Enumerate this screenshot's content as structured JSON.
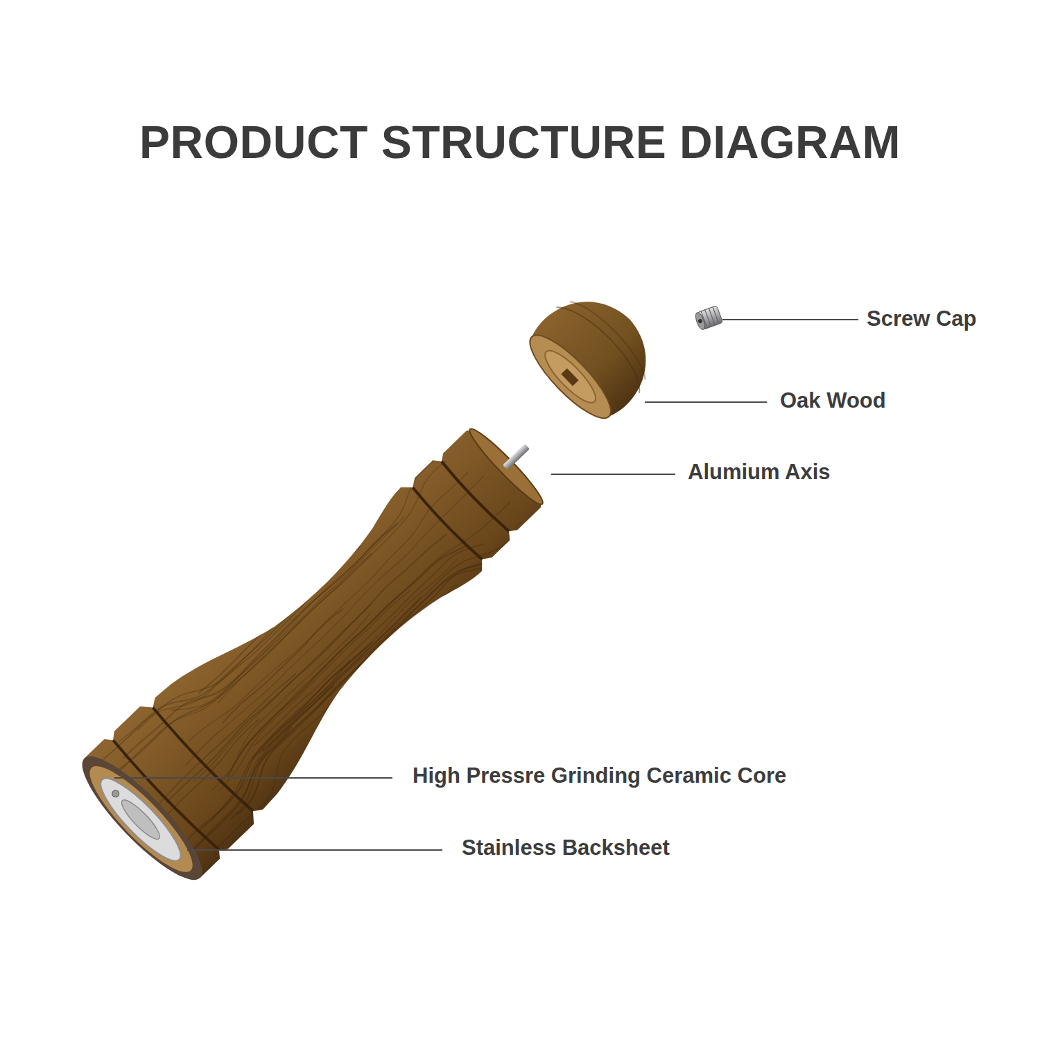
{
  "diagram": {
    "title": "PRODUCT STRUCTURE DIAGRAM",
    "labels": [
      "Screw Cap",
      "Oak Wood",
      "Alumium Axis",
      "High Pressre Grinding Ceramic Core",
      "Stainless Backsheet"
    ]
  }
}
